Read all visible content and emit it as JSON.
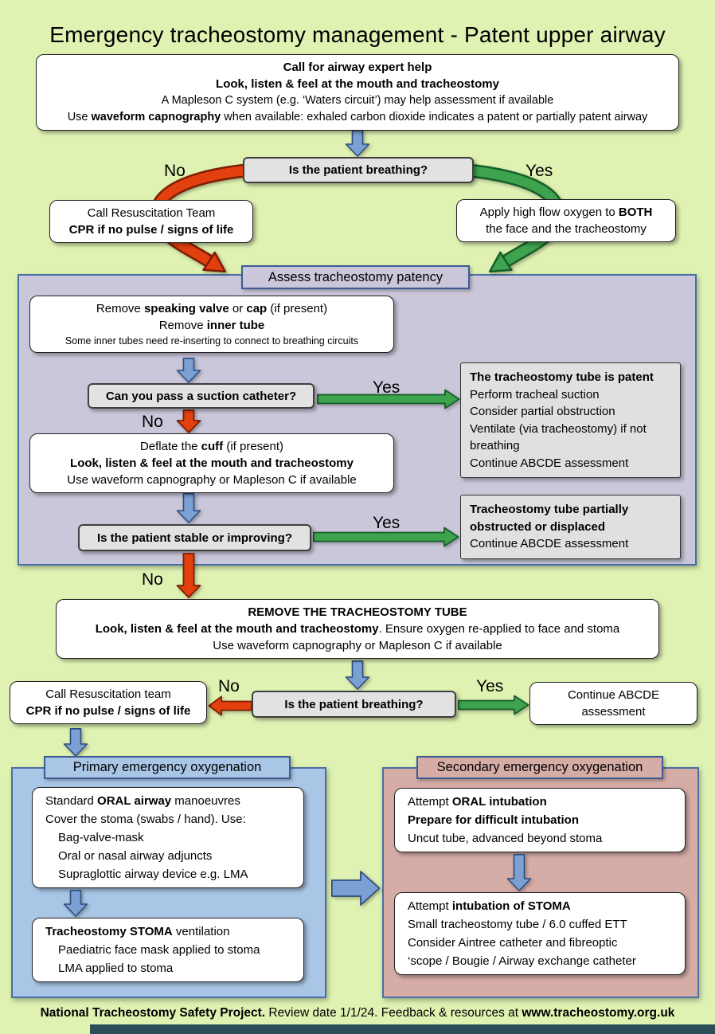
{
  "page": {
    "title": "Emergency tracheostomy management - Patent upper airway",
    "footer": {
      "bold1": "National Tracheostomy Safety Project.",
      "mid": " Review date 1/1/24. Feedback & resources at ",
      "bold2": "www.tracheostomy.org.uk"
    }
  },
  "colors": {
    "background": "#dff2b2",
    "panel_purple": "#cac7da",
    "panel_blue": "#a9c6e6",
    "panel_pink": "#d6aca7",
    "arrow_blue": "#7aa0d4",
    "arrow_green": "#3da34f",
    "arrow_red": "#e2400f",
    "decision_grey": "#e2e2e2",
    "panel_border_blue": "#4a6fa5"
  },
  "expert_help_box": {
    "line1": "Call for airway expert help",
    "line2": "Look, listen & feel at the mouth and tracheostomy",
    "line3": "A Mapleson C system (e.g. ‘Waters circuit’) may help assessment if available",
    "line4_pre": "Use ",
    "line4_bold": "waveform capnography",
    "line4_post": " when available:  exhaled carbon dioxide indicates a patent or partially patent airway"
  },
  "breathing1": {
    "question": "Is the patient breathing?",
    "no_label": "No",
    "yes_label": "Yes"
  },
  "resus1": {
    "line1": "Call Resuscitation Team",
    "line2": "CPR if no pulse / signs of life"
  },
  "oxygen_both": {
    "line1_pre": "Apply high flow oxygen to ",
    "line1_bold": "BOTH",
    "line2": "the face and the tracheostomy"
  },
  "assess_panel": {
    "header": "Assess tracheostomy patency"
  },
  "remove_valve_box": {
    "l1_pre": "Remove ",
    "l1_b1": "speaking valve",
    "l1_mid": " or ",
    "l1_b2": "cap",
    "l1_post": " (if present)",
    "l2_pre": "Remove ",
    "l2_b": "inner tube",
    "l3": "Some inner tubes need re-inserting to connect to breathing circuits"
  },
  "suction": {
    "question": "Can you pass a suction catheter?",
    "yes_label": "Yes",
    "no_label": "No"
  },
  "patent_box": {
    "title": "The tracheostomy tube is patent",
    "line1": "Perform tracheal suction",
    "line2": "Consider partial obstruction",
    "line3": "Ventilate (via tracheostomy) if not breathing",
    "line4": "Continue ABCDE assessment"
  },
  "deflate_box": {
    "l1_pre": "Deflate the ",
    "l1_b": "cuff",
    "l1_post": " (if present)",
    "l2": "Look, listen & feel at the mouth and tracheostomy",
    "l3": "Use waveform capnography or Mapleson C if available"
  },
  "stable": {
    "question": "Is the patient stable or improving?",
    "yes_label": "Yes",
    "no_label": "No"
  },
  "partially_obstructed_box": {
    "title": "Tracheostomy tube partially obstructed or displaced",
    "line1": "Continue ABCDE assessment"
  },
  "remove_tube_box": {
    "l1": "REMOVE THE TRACHEOSTOMY TUBE",
    "l2_b": "Look, listen & feel at the mouth and tracheostomy",
    "l2_post": ". Ensure oxygen re-applied to face and stoma",
    "l3": "Use waveform capnography or Mapleson C if available"
  },
  "breathing2": {
    "question": "Is the patient breathing?",
    "no_label": "No",
    "yes_label": "Yes"
  },
  "resus2": {
    "line1": "Call Resuscitation team",
    "line2": "CPR if no pulse / signs of life"
  },
  "continue_abcde_box": {
    "line1": "Continue ABCDE",
    "line2": "assessment"
  },
  "primary_panel": {
    "header": "Primary emergency oxygenation",
    "box1": {
      "l1_pre": "Standard ",
      "l1_b": "ORAL airway",
      "l1_post": " manoeuvres",
      "l2": "Cover the stoma (swabs / hand). Use:",
      "l3": "Bag-valve-mask",
      "l4": "Oral or nasal airway adjuncts",
      "l5": "Supraglottic airway device e.g. LMA"
    },
    "box2": {
      "l1_b": "Tracheostomy STOMA",
      "l1_post": " ventilation",
      "l2": "Paediatric face mask applied to stoma",
      "l3": "LMA applied to stoma"
    }
  },
  "secondary_panel": {
    "header": "Secondary emergency oxygenation",
    "box1": {
      "l1_pre": "Attempt ",
      "l1_b": "ORAL intubation",
      "l2": "Prepare for difficult intubation",
      "l3": "Uncut tube, advanced beyond stoma"
    },
    "box2": {
      "l1_pre": "Attempt ",
      "l1_b": "intubation of STOMA",
      "l2": "Small tracheostomy tube / 6.0 cuffed ETT",
      "l3": "Consider Aintree catheter and fibreoptic",
      "l4": "‘scope / Bougie / Airway exchange catheter"
    }
  }
}
